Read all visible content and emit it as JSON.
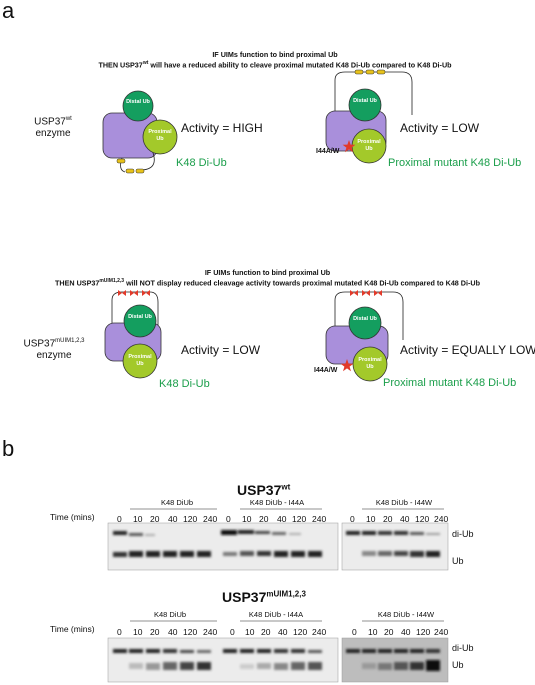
{
  "panel_a": {
    "letter": "a",
    "hypothesis1": {
      "line1": "IF UIMs function to bind proximal Ub",
      "line2_pre": "THEN USP37",
      "line2_sup": "wt",
      "line2_post": " will have a reduced ability to cleave proximal mutated K48 Di-Ub compared to K48 Di-Ub"
    },
    "hypothesis2": {
      "line1": "IF UIMs function to bind proximal Ub",
      "line2_pre": "THEN USP37",
      "line2_sup": "mUIM1,2,3",
      "line2_post": " will NOT display reduced cleavage activity towards proximal mutated K48 Di-Ub compared to K48 Di-Ub"
    },
    "enzyme_wt": {
      "name": "USP37",
      "sup": "wt",
      "line2": "enzyme"
    },
    "enzyme_mut": {
      "name": "USP37",
      "sup": "mUIM1,2,3",
      "line2": "enzyme"
    },
    "distal_label": "Distal Ub",
    "proximal_label": "Proximal Ub",
    "activities": {
      "wt_k48": "Activity = HIGH",
      "wt_mut": "Activity = LOW",
      "mut_k48": "Activity = LOW",
      "mut_mut": "Activity = EQUALLY LOW"
    },
    "substrate_k48": "K48 Di-Ub",
    "substrate_mut": "Proximal mutant K48 Di-Ub",
    "mutation_label": "I44A/W",
    "colors": {
      "enzyme": "#a98fdb",
      "distal": "#149e5f",
      "proximal": "#a3c92a",
      "uim_wt": "#e8c21a",
      "uim_mut": "#e23a2a",
      "text_green": "#1a9e4a"
    }
  },
  "panel_b": {
    "letter": "b",
    "blot_wt": {
      "title": "USP37",
      "title_sup": "wt",
      "time_label": "Time (mins)",
      "conditions": [
        "K48 DiUb",
        "K48 DiUb - I44A",
        "K48 DiUb - I44W"
      ],
      "timepoints": [
        "0",
        "10",
        "20",
        "40",
        "120",
        "240"
      ],
      "band_labels": [
        "di-Ub",
        "Ub"
      ]
    },
    "blot_mut": {
      "title": "USP37",
      "title_sup": "mUIM1,2,3",
      "time_label": "Time (mins)",
      "conditions": [
        "K48 DiUb",
        "K48 DiUb - I44A",
        "K48 DiUb - I44W"
      ],
      "timepoints": [
        "0",
        "10",
        "20",
        "40",
        "120",
        "240"
      ],
      "band_labels": [
        "di-Ub",
        "Ub"
      ]
    }
  }
}
